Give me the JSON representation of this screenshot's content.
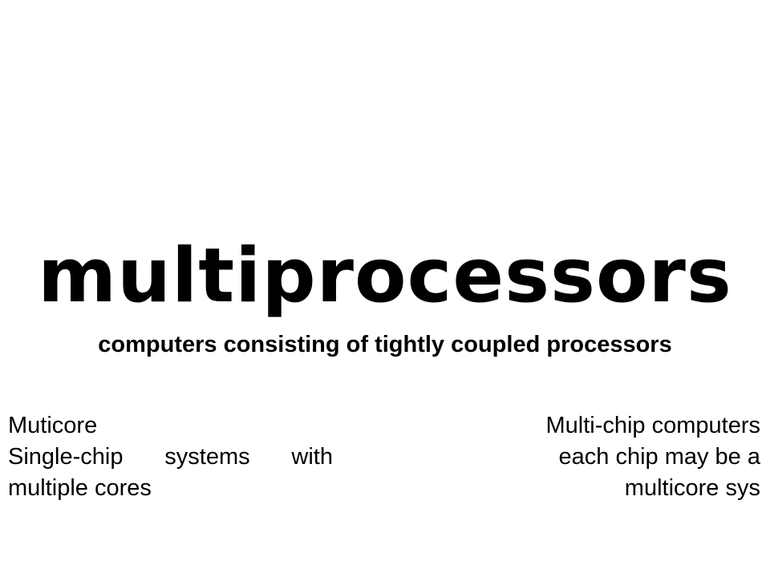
{
  "slide": {
    "title": "multiprocessors",
    "subtitle": "computers consisting of tightly coupled processors",
    "left_column": {
      "heading": "Muticore",
      "line2_words": [
        "Single-chip",
        "systems",
        "with"
      ],
      "line3": "multiple cores"
    },
    "right_column": {
      "line1": "Multi-chip computers",
      "line2": "each chip may be a",
      "line3": "multicore sys"
    }
  }
}
